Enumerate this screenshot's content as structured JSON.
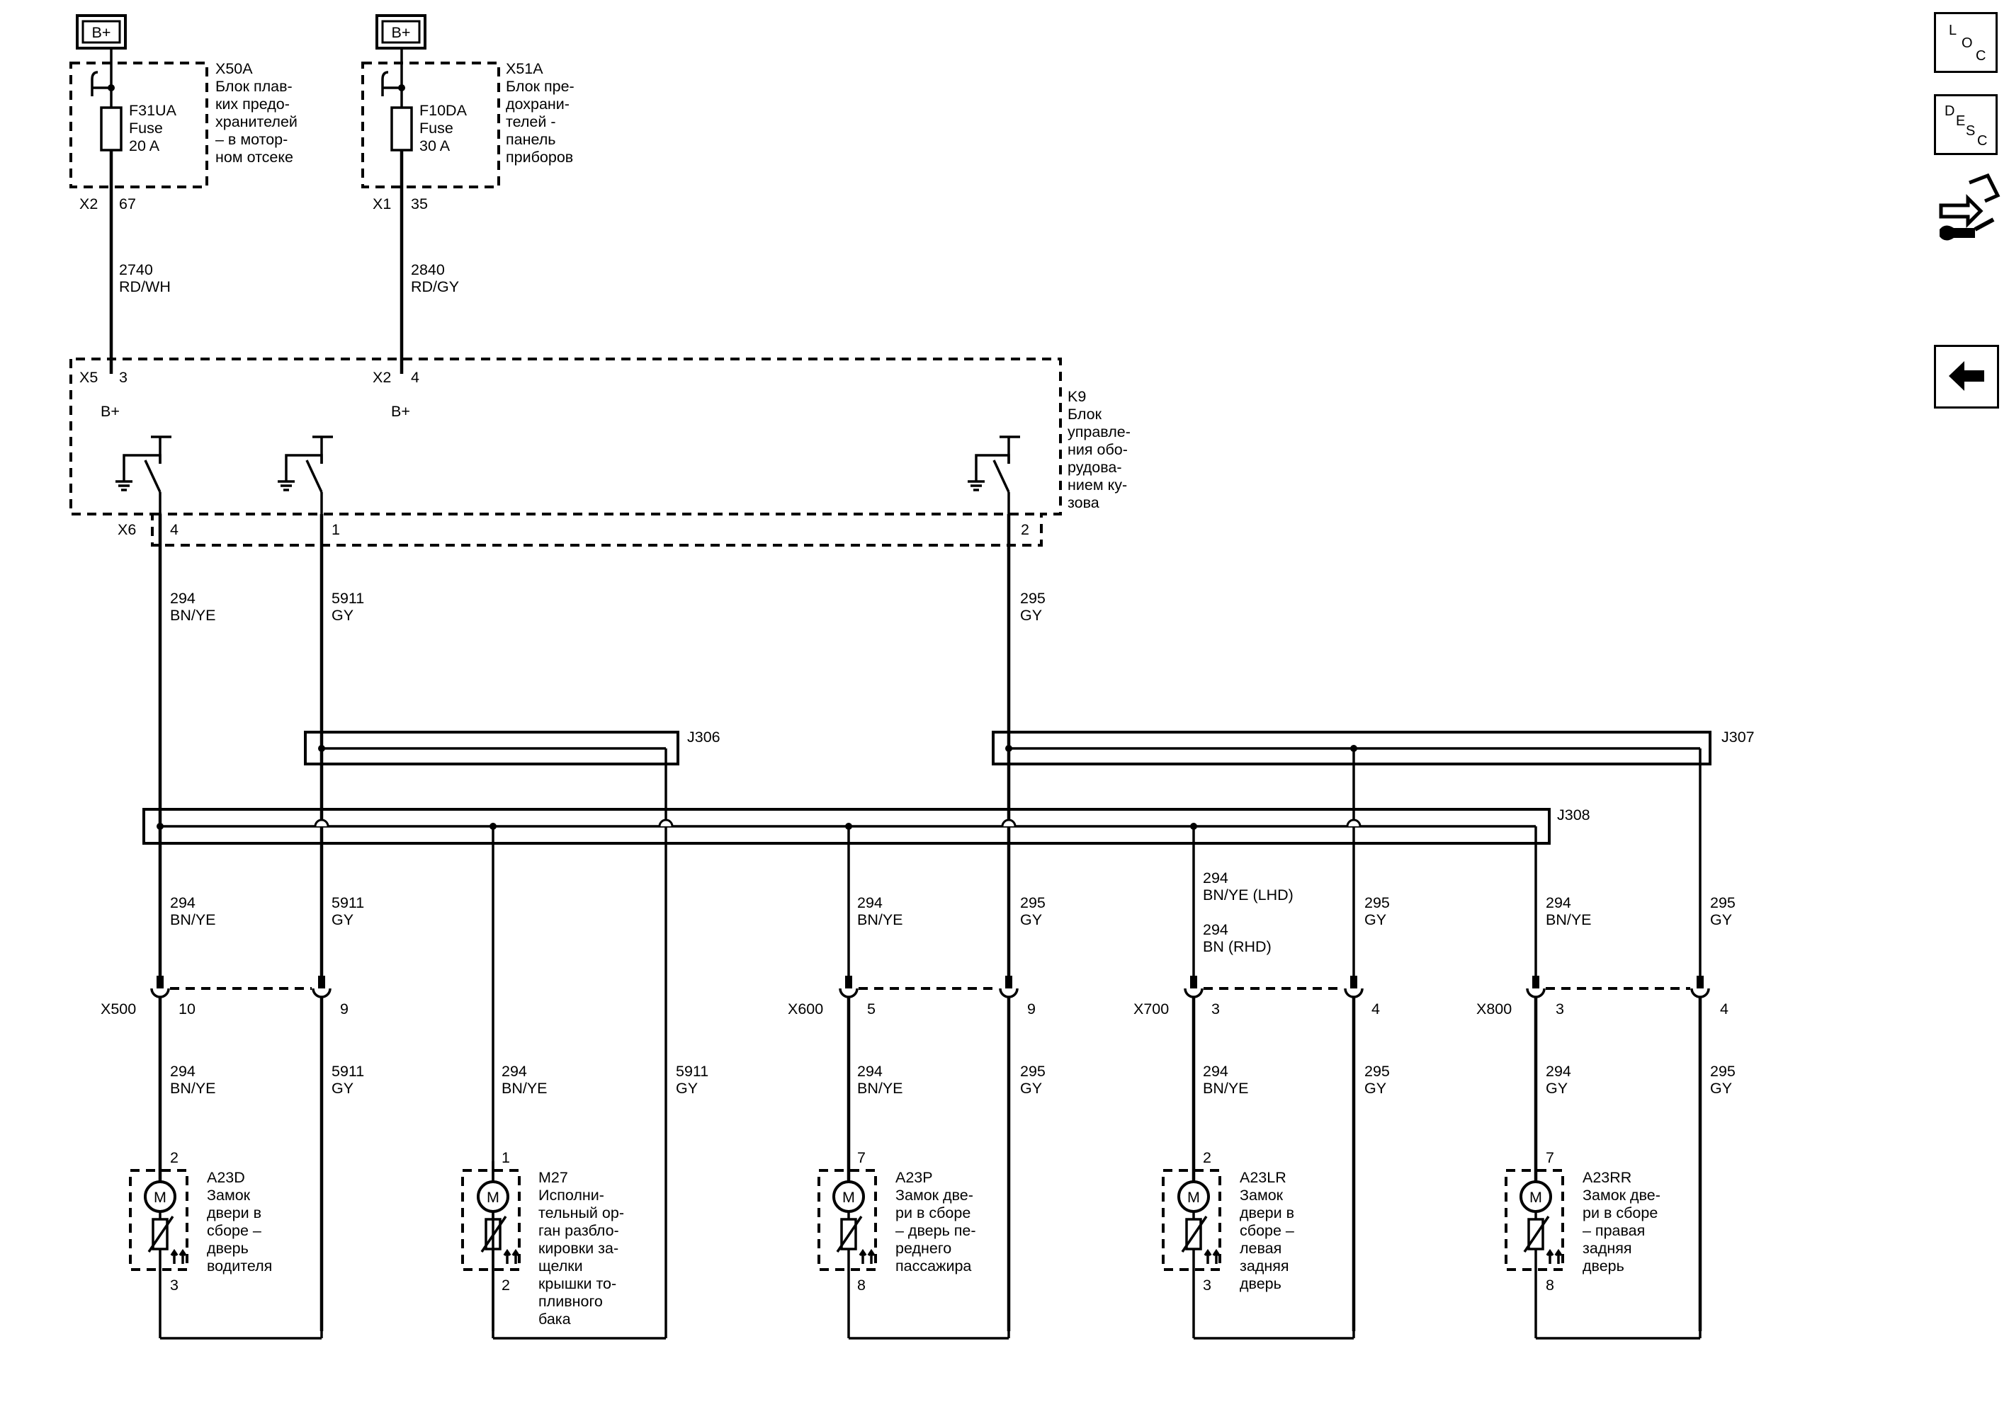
{
  "supply": {
    "bplus_label": "B+",
    "fuse1": {
      "block": "X50A",
      "block_desc": [
        "Блок плав-",
        "ких предо-",
        "хранителей",
        "– в мотор-",
        "ном отсеке"
      ],
      "fuse_id": "F31UA",
      "fuse_word": "Fuse",
      "rating": "20 A",
      "connector": "X2",
      "pin": "67",
      "circuit": "2740",
      "color": "RD/WH"
    },
    "fuse2": {
      "block": "X51A",
      "block_desc": [
        "Блок пре-",
        "дохрани-",
        "телей -",
        "панель",
        "приборов"
      ],
      "fuse_id": "F10DA",
      "fuse_word": "Fuse",
      "rating": "30 A",
      "connector": "X1",
      "pin": "35",
      "circuit": "2840",
      "color": "RD/GY"
    }
  },
  "bcm": {
    "id": "K9",
    "desc": [
      "Блок",
      "управле-",
      "ния обо-",
      "рудова-",
      "нием ку-",
      "зова"
    ],
    "in_conn1": "X5",
    "in_pin1": "3",
    "in_conn2": "X2",
    "in_pin2": "4",
    "bplus1": "B+",
    "bplus2": "B+",
    "out_conn": "X6",
    "out_pin1": "4",
    "out_pin2": "1",
    "out_pin3": "2"
  },
  "upper_wires": {
    "w1": {
      "circuit": "294",
      "color": "BN/YE"
    },
    "w2": {
      "circuit": "5911",
      "color": "GY"
    },
    "w3": {
      "circuit": "295",
      "color": "GY"
    }
  },
  "splices": {
    "j306": "J306",
    "j307": "J307",
    "j308": "J308"
  },
  "mid_labels": {
    "a1": "294",
    "a2": "BN/YE",
    "b1": "5911",
    "b2": "GY",
    "c1": "294",
    "c2": "BN/YE",
    "d1": "295",
    "d2": "GY",
    "e1": "294",
    "e2": "BN/YE (LHD)",
    "e3": "294",
    "e4": "BN (RHD)",
    "f1": "295",
    "f2": "GY",
    "g1": "294",
    "g2": "BN/YE",
    "h1": "295",
    "h2": "GY"
  },
  "connectors": {
    "x500": {
      "name": "X500",
      "p1": "10",
      "p2": "9"
    },
    "x600": {
      "name": "X600",
      "p1": "5",
      "p2": "9"
    },
    "x700": {
      "name": "X700",
      "p1": "3",
      "p2": "4"
    },
    "x800": {
      "name": "X800",
      "p1": "3",
      "p2": "4"
    }
  },
  "low_labels": {
    "a1": "294",
    "a2": "BN/YE",
    "b1": "5911",
    "b2": "GY",
    "m1": "294",
    "m2": "BN/YE",
    "n1": "5911",
    "n2": "GY",
    "c1": "294",
    "c2": "BN/YE",
    "d1": "295",
    "d2": "GY",
    "e1": "294",
    "e2": "BN/YE",
    "f1": "295",
    "f2": "GY",
    "g1": "294",
    "g2": "GY",
    "h1": "295",
    "h2": "GY"
  },
  "actuators": {
    "a23d": {
      "id": "A23D",
      "desc": [
        "Замок",
        "двери в",
        "сборе –",
        "дверь",
        "водителя"
      ],
      "pin_top": "2",
      "pin_bot": "3"
    },
    "m27": {
      "id": "M27",
      "desc": [
        "Исполни-",
        "тельный ор-",
        "ган разбло-",
        "кировки за-",
        "щелки",
        "крышки то-",
        "пливного",
        "бака"
      ],
      "pin_top": "1",
      "pin_bot": "2"
    },
    "a23p": {
      "id": "A23P",
      "desc": [
        "Замок две-",
        "ри в сборе",
        "– дверь пе-",
        "реднего",
        "пассажира"
      ],
      "pin_top": "7",
      "pin_bot": "8"
    },
    "a23lr": {
      "id": "A23LR",
      "desc": [
        "Замок",
        "двери в",
        "сборе –",
        "левая",
        "задняя",
        "дверь"
      ],
      "pin_top": "2",
      "pin_bot": "3"
    },
    "a23rr": {
      "id": "A23RR",
      "desc": [
        "Замок две-",
        "ри в сборе",
        "– правая",
        "задняя",
        "дверь"
      ],
      "pin_top": "7",
      "pin_bot": "8"
    }
  },
  "motor_symbol": "M",
  "sidebar": {
    "loc": {
      "l": "L",
      "o": "O",
      "c": "C"
    },
    "desc": {
      "d": "D",
      "e": "E",
      "s": "S",
      "c": "C"
    }
  },
  "icons": [
    "loc-button-icon",
    "desc-button-icon",
    "connector-tool-icon",
    "back-arrow-icon"
  ]
}
